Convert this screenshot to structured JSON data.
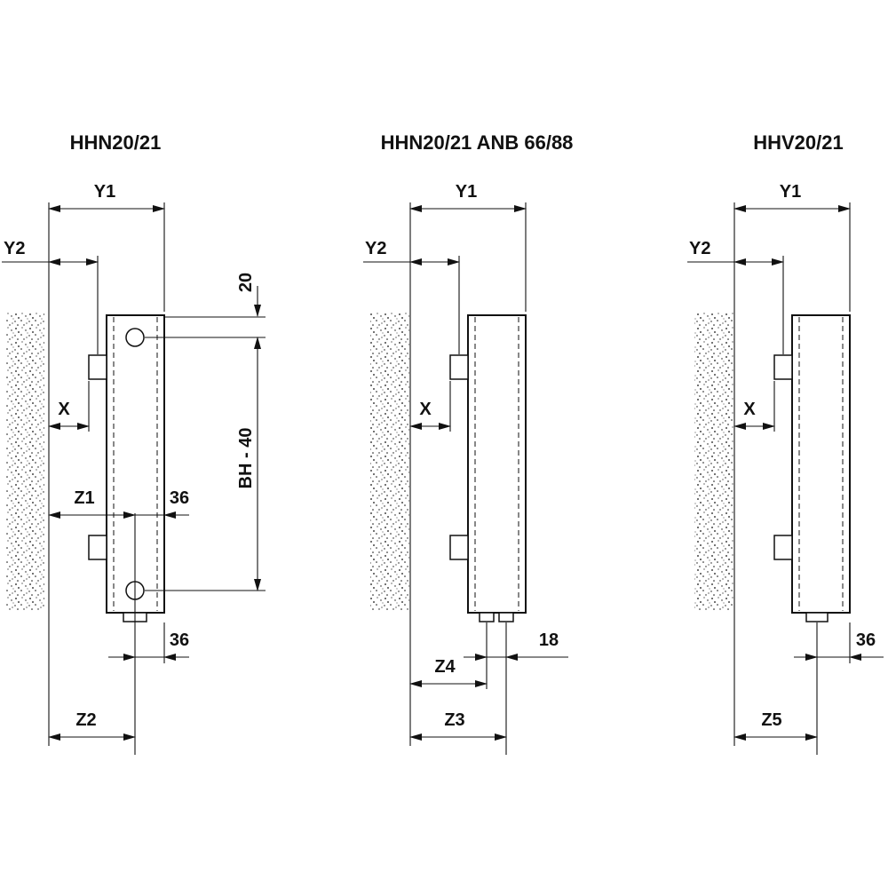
{
  "diagrams": [
    {
      "title": "HHN20/21",
      "labels": {
        "y1": "Y1",
        "y2": "Y2",
        "x": "X",
        "d20": "20",
        "bh40": "BH - 40",
        "z1": "Z1",
        "d36_side": "36",
        "d36_bottom": "36",
        "z2": "Z2"
      }
    },
    {
      "title": "HHN20/21 ANB 66/88",
      "labels": {
        "y1": "Y1",
        "y2": "Y2",
        "x": "X",
        "d18": "18",
        "z4": "Z4",
        "z3": "Z3"
      }
    },
    {
      "title": "HHV20/21",
      "labels": {
        "y1": "Y1",
        "y2": "Y2",
        "x": "X",
        "d36_bottom": "36",
        "z5": "Z5"
      }
    }
  ],
  "colors": {
    "line": "#111111",
    "background": "#ffffff"
  }
}
